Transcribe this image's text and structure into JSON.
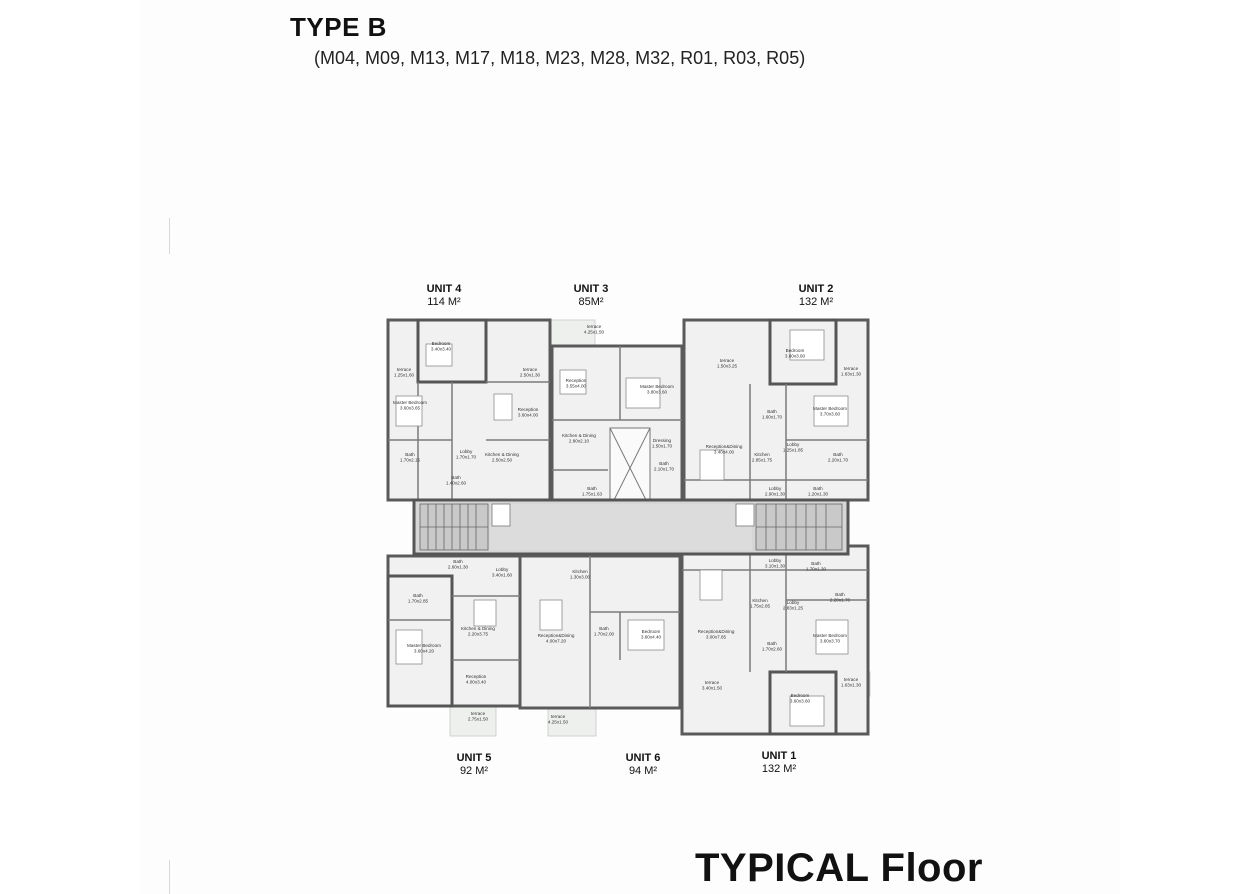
{
  "header": {
    "title": "TYPE B",
    "subtitle": "(M04, M09, M13, M17, M18, M23, M28, M32, R01, R03, R05)"
  },
  "footer": {
    "title": "TYPICAL Floor"
  },
  "units": [
    {
      "name": "UNIT 4",
      "area": "114 M²"
    },
    {
      "name": "UNIT 3",
      "area": "85M²"
    },
    {
      "name": "UNIT 2",
      "area": "132 M²"
    },
    {
      "name": "UNIT 5",
      "area": "92 M²"
    },
    {
      "name": "UNIT 6",
      "area": "94 M²"
    },
    {
      "name": "UNIT 1",
      "area": "132 M²"
    }
  ],
  "rooms": [
    {
      "name": "Bedroom",
      "size": "3.40x3.40"
    },
    {
      "name": "terrace",
      "size": "1.25x1.60"
    },
    {
      "name": "Master Bedroom",
      "size": "3.60x3.65"
    },
    {
      "name": "terrace",
      "size": "2.50x1.30"
    },
    {
      "name": "Reception",
      "size": "3.60x4.00"
    },
    {
      "name": "Bath",
      "size": "1.70x2.15"
    },
    {
      "name": "Lobby",
      "size": "1.70x1.70"
    },
    {
      "name": "Kitchen & Dining",
      "size": "2.50x2.50"
    },
    {
      "name": "Bath",
      "size": "1.40x2.60"
    },
    {
      "name": "terrace",
      "size": "4.25x1.50"
    },
    {
      "name": "Reception",
      "size": "3.55x4.00"
    },
    {
      "name": "Master Bedroom",
      "size": "3.80x3.60"
    },
    {
      "name": "Kitchen & Dining",
      "size": "2.80x2.10"
    },
    {
      "name": "Dressing",
      "size": "1.50x1.70"
    },
    {
      "name": "Bath",
      "size": "2.10x1.70"
    },
    {
      "name": "Bath",
      "size": "1.75x1.63"
    },
    {
      "name": "terrace",
      "size": "1.50x3.25"
    },
    {
      "name": "Bedroom",
      "size": "3.60x3.60"
    },
    {
      "name": "terrace",
      "size": "1.63x1.30"
    },
    {
      "name": "Master Bedroom",
      "size": "3.70x3.60"
    },
    {
      "name": "Bath",
      "size": "1.60x1.70"
    },
    {
      "name": "Reception&Dining",
      "size": "3.40x4.00"
    },
    {
      "name": "Lobby",
      "size": "1.25x1.85"
    },
    {
      "name": "Kitchen",
      "size": "2.85x1.75"
    },
    {
      "name": "Bath",
      "size": "2.20x1.70"
    },
    {
      "name": "Lobby",
      "size": "2.90x1.30"
    },
    {
      "name": "Bath",
      "size": "1.20x1.30"
    },
    {
      "name": "Bath",
      "size": "2.60x1.30"
    },
    {
      "name": "Lobby",
      "size": "3.40x1.60"
    },
    {
      "name": "Kitchen",
      "size": "1.30x3.00"
    },
    {
      "name": "Bath",
      "size": "1.70x2.85"
    },
    {
      "name": "Kitchen & Dining",
      "size": "2.20x3.75"
    },
    {
      "name": "Master Bedroom",
      "size": "3.60x4.20"
    },
    {
      "name": "Reception",
      "size": "4.00x3.40"
    },
    {
      "name": "Reception&Dining",
      "size": "4.00x7.20"
    },
    {
      "name": "Bath",
      "size": "1.70x2.00"
    },
    {
      "name": "Bedroom",
      "size": "3.60x4.40"
    },
    {
      "name": "terrace",
      "size": "2.75x1.50"
    },
    {
      "name": "terrace",
      "size": "4.25x1.50"
    },
    {
      "name": "Lobby",
      "size": "3.10x1.30"
    },
    {
      "name": "Bath",
      "size": "1.70x1.30"
    },
    {
      "name": "Reception&Dining",
      "size": "3.00x7.65"
    },
    {
      "name": "Kitchen",
      "size": "1.75x2.85"
    },
    {
      "name": "Lobby",
      "size": "2.83x1.25"
    },
    {
      "name": "Bath",
      "size": "2.20x1.70"
    },
    {
      "name": "Master Bedroom",
      "size": "3.60x3.70"
    },
    {
      "name": "Bath",
      "size": "1.70x2.60"
    },
    {
      "name": "terrace",
      "size": "3.40x1.50"
    },
    {
      "name": "terrace",
      "size": "1.63x1.30"
    },
    {
      "name": "Bedroom",
      "size": "3.60x3.60"
    }
  ]
}
